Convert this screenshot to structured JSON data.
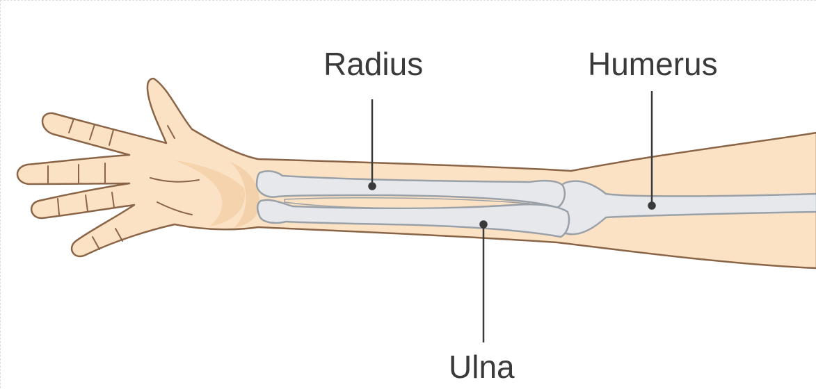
{
  "labels": {
    "radius": "Radius",
    "humerus": "Humerus",
    "ulna": "Ulna"
  },
  "colors": {
    "skin": "#fbe2c4",
    "skin_outline": "#8a6446",
    "skin_shadow": "#f2cfa7",
    "bone": "#e6e8ec",
    "bone_outline": "#9aa0a8",
    "leader_line": "#3a3a3a",
    "label_text": "#3a3a3a"
  }
}
